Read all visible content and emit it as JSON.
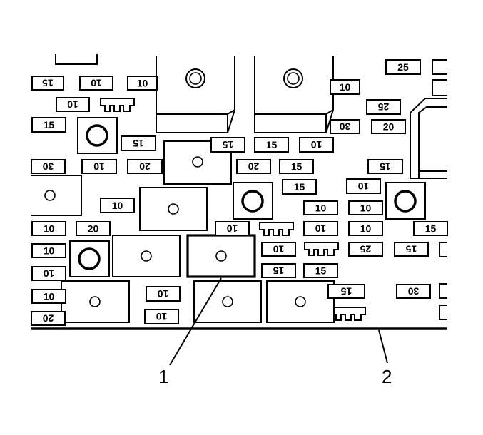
{
  "callouts": [
    "1",
    "2"
  ],
  "fuses": [
    {
      "label": "15",
      "flipped": true
    },
    {
      "label": "10",
      "flipped": true
    },
    {
      "label": "10",
      "flipped": false
    },
    {
      "label": "10",
      "flipped": true
    },
    {
      "label": "15",
      "flipped": false
    },
    {
      "label": "15",
      "flipped": true
    },
    {
      "label": "30",
      "flipped": true
    },
    {
      "label": "10",
      "flipped": true
    },
    {
      "label": "20",
      "flipped": true
    },
    {
      "label": "15",
      "flipped": false
    },
    {
      "label": "10",
      "flipped": true
    },
    {
      "label": "15",
      "flipped": true
    },
    {
      "label": "20",
      "flipped": true
    },
    {
      "label": "15",
      "flipped": false
    },
    {
      "label": "10",
      "flipped": false
    },
    {
      "label": "10",
      "flipped": false
    },
    {
      "label": "20",
      "flipped": false
    },
    {
      "label": "10",
      "flipped": true
    },
    {
      "label": "10",
      "flipped": false
    },
    {
      "label": "10",
      "flipped": true
    },
    {
      "label": "10",
      "flipped": true
    },
    {
      "label": "10",
      "flipped": false
    },
    {
      "label": "15",
      "flipped": true
    },
    {
      "label": "10",
      "flipped": true
    },
    {
      "label": "15",
      "flipped": true
    },
    {
      "label": "15",
      "flipped": false
    },
    {
      "label": "20",
      "flipped": true
    },
    {
      "label": "10",
      "flipped": false
    },
    {
      "label": "10",
      "flipped": true
    },
    {
      "label": "10",
      "flipped": false
    },
    {
      "label": "10",
      "flipped": false
    },
    {
      "label": "25",
      "flipped": true
    },
    {
      "label": "15",
      "flipped": false
    },
    {
      "label": "25",
      "flipped": false
    },
    {
      "label": "25",
      "flipped": true
    },
    {
      "label": "20",
      "flipped": false
    },
    {
      "label": "10",
      "flipped": false
    },
    {
      "label": "30",
      "flipped": true
    },
    {
      "label": "15",
      "flipped": true
    },
    {
      "label": "10",
      "flipped": true
    },
    {
      "label": "10",
      "flipped": true
    },
    {
      "label": "15",
      "flipped": false
    },
    {
      "label": "15",
      "flipped": true
    },
    {
      "label": "30",
      "flipped": true
    }
  ]
}
